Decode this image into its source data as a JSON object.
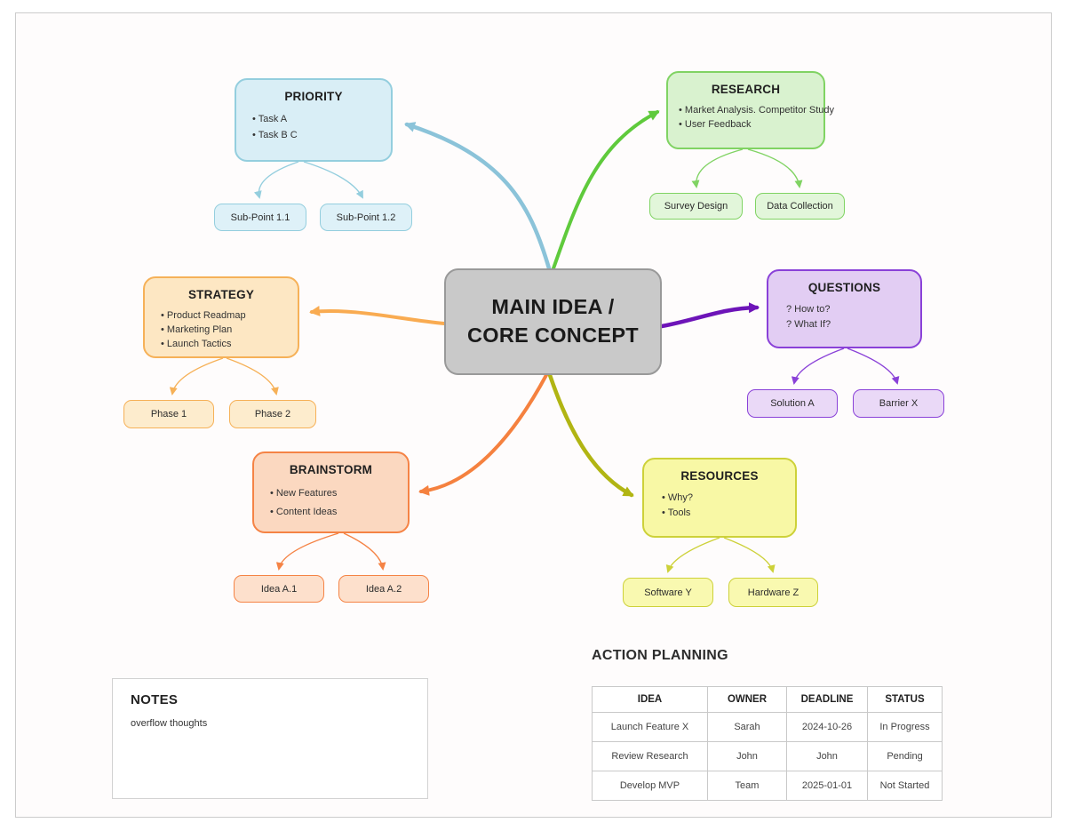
{
  "canvas": {
    "background": "#fefcfc",
    "frame_border": "#cccccc"
  },
  "center": {
    "line1": "MAIN IDEA /",
    "line2": "CORE CONCEPT",
    "fill": "#c9c9c9",
    "border": "#999999"
  },
  "branches": {
    "priority": {
      "title": "PRIORITY",
      "items": [
        "• Task A",
        "• Task B C"
      ],
      "children": [
        "Sub-Point 1.1",
        "Sub-Point 1.2"
      ],
      "fill": "#d9eef6",
      "child_fill": "#def1f8",
      "border": "#94cede",
      "connector": "#8bc3d9"
    },
    "research": {
      "title": "RESEARCH",
      "items": [
        "• Market Analysis. Competitor Study",
        "• User Feedback"
      ],
      "children": [
        "Survey Design",
        "Data Collection"
      ],
      "fill": "#d9f2cf",
      "child_fill": "#e2f6da",
      "border": "#80d363",
      "connector": "#5fca3c"
    },
    "strategy": {
      "title": "STRATEGY",
      "items": [
        "• Product Readmap",
        "• Marketing Plan",
        "• Launch Tactics"
      ],
      "children": [
        "Phase 1",
        "Phase 2"
      ],
      "fill": "#fde7c3",
      "child_fill": "#fdeccd",
      "border": "#f6b158",
      "connector": "#f9ab51"
    },
    "questions": {
      "title": "QUESTIONS",
      "items": [
        "? How to?",
        "? What If?"
      ],
      "children": [
        "Solution A",
        "Barrier X"
      ],
      "fill": "#e2cdf3",
      "child_fill": "#ead9f7",
      "border": "#8a41d8",
      "connector": "#6d14b8"
    },
    "brainstorm": {
      "title": "BRAINSTORM",
      "items": [
        "• New Features",
        "• Content Ideas"
      ],
      "children": [
        "Idea A.1",
        "Idea A.2"
      ],
      "fill": "#fbd8c0",
      "child_fill": "#fde0cc",
      "border": "#f58345",
      "connector": "#f5813f"
    },
    "resources": {
      "title": "RESOURCES",
      "items": [
        "• Why?",
        "• Tools"
      ],
      "children": [
        "Software Y",
        "Hardware Z"
      ],
      "fill": "#f8f8a5",
      "child_fill": "#f9f9b0",
      "border": "#cdd139",
      "connector": "#b1b513"
    }
  },
  "notes": {
    "title": "NOTES",
    "body": "overflow thoughts"
  },
  "action_planning": {
    "title": "ACTION PLANNING",
    "columns": [
      "IDEA",
      "OWNER",
      "DEADLINE",
      "STATUS"
    ],
    "rows": [
      [
        "Launch Feature X",
        "Sarah",
        "2024-10-26",
        "In Progress"
      ],
      [
        "Review Research",
        "John",
        "John",
        "Pending"
      ],
      [
        "Develop MVP",
        "Team",
        "2025-01-01",
        "Not Started"
      ]
    ]
  }
}
